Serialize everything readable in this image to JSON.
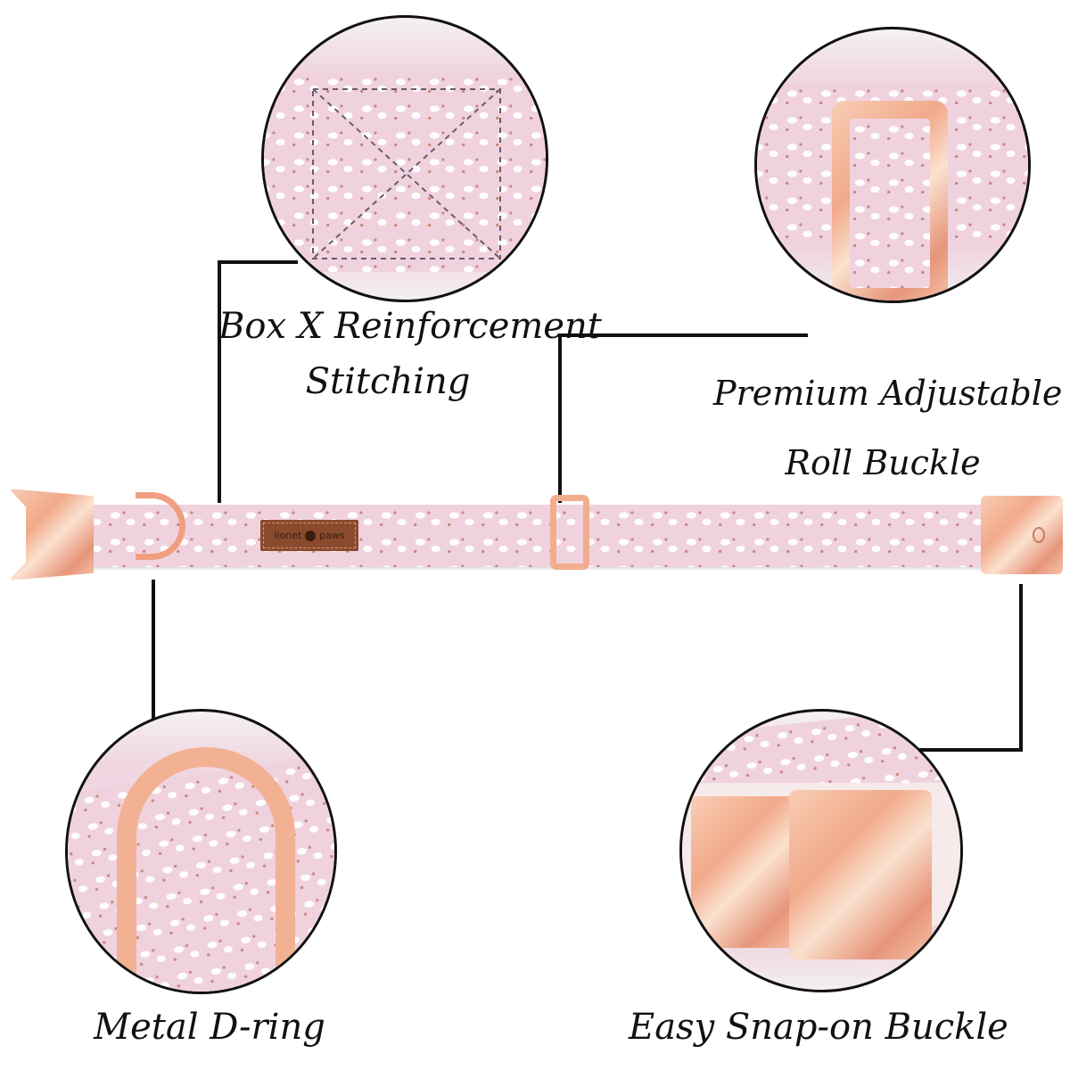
{
  "infographic": {
    "subject": "Pink swan-print dog collar with rose gold hardware",
    "brand_tag": {
      "left": "lionet",
      "right": "paws"
    },
    "callouts": [
      {
        "id": "stitching",
        "lines": [
          "Box X Reinforcement",
          "Stitching"
        ]
      },
      {
        "id": "roll-buckle",
        "lines": [
          "Premium Adjustable",
          "Roll Buckle"
        ]
      },
      {
        "id": "d-ring",
        "lines": [
          "Metal D-ring"
        ]
      },
      {
        "id": "snap-buckle",
        "lines": [
          "Easy Snap-on Buckle"
        ]
      }
    ],
    "colors": {
      "fabric_pink": "#f0d2df",
      "rose_gold": "#f1a98a",
      "leather_tag": "#8a4a2e",
      "line": "#111111",
      "background": "#ffffff"
    }
  }
}
